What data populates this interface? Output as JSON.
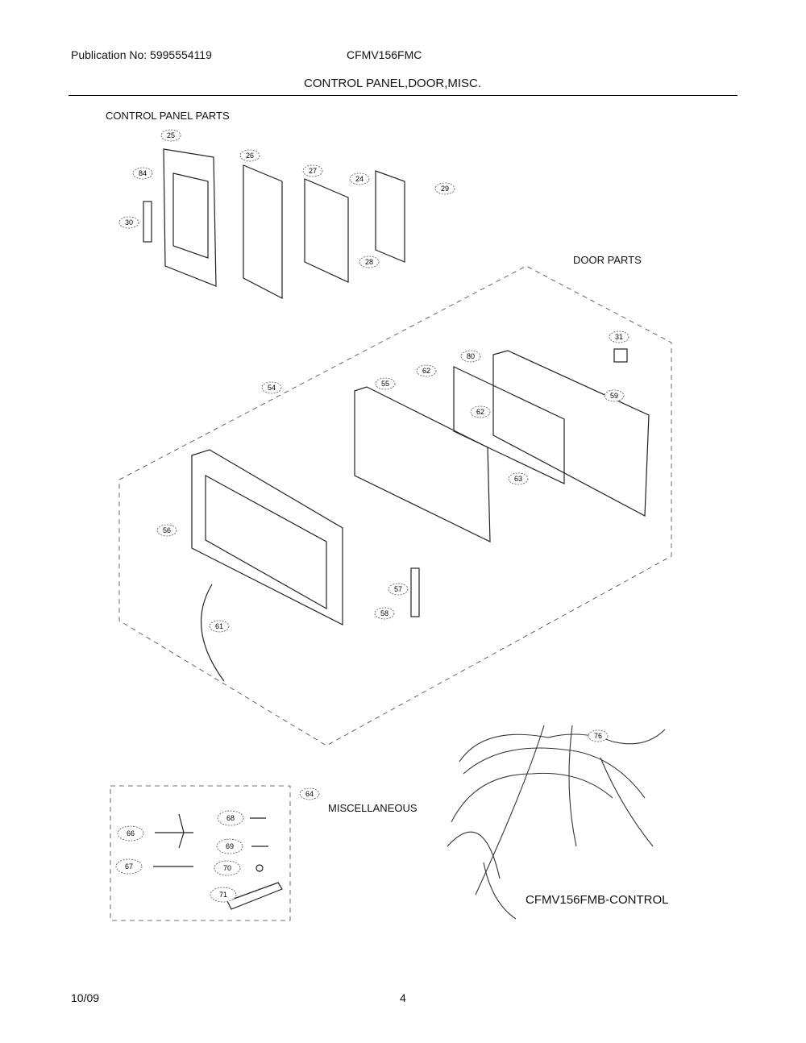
{
  "header": {
    "publication": "Publication No: 5995554119",
    "model": "CFMV156FMC",
    "title": "CONTROL PANEL,DOOR,MISC."
  },
  "sections": {
    "control_panel": "CONTROL PANEL PARTS",
    "door": "DOOR  PARTS",
    "misc": "MISCELLANEOUS",
    "control": "CFMV156FMB-CONTROL"
  },
  "callouts": [
    "25",
    "26",
    "84",
    "27",
    "24",
    "29",
    "30",
    "28",
    "31",
    "80",
    "62",
    "55",
    "54",
    "59",
    "62",
    "63",
    "56",
    "57",
    "58",
    "61",
    "76",
    "64",
    "66",
    "68",
    "69",
    "67",
    "70",
    "71"
  ],
  "footer": {
    "date": "10/09",
    "page": "4"
  }
}
